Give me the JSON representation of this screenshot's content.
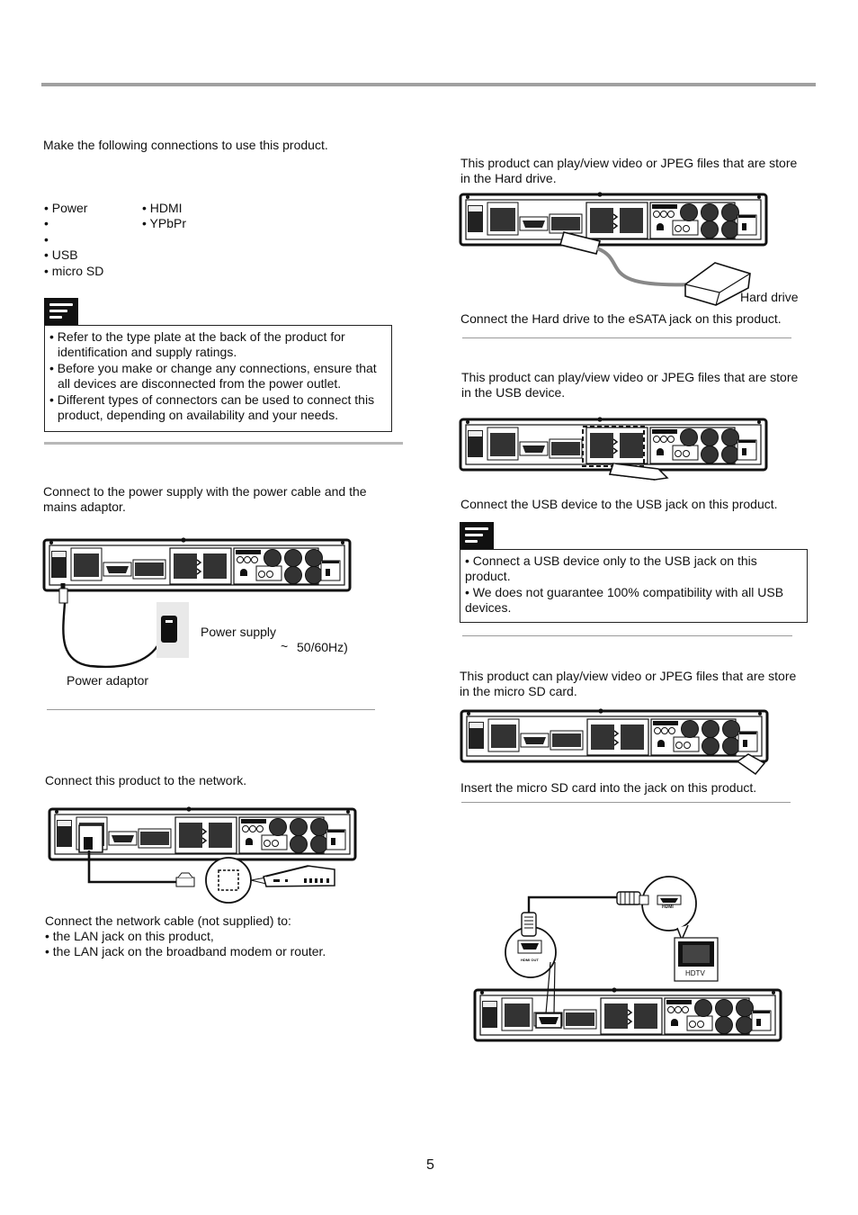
{
  "intro": "Make the following connections to use this product.",
  "connections": {
    "col1": [
      "• Power",
      "•",
      "•",
      "• USB",
      "• micro SD"
    ],
    "col2": [
      "• HDMI",
      "• YPbPr"
    ]
  },
  "note1": [
    "• Refer to the type plate at the back of the product for identification and supply ratings.",
    "• Before you make or change any connections, ensure that all devices are disconnected from the power outlet.",
    "• Different types of connectors can be used to connect this product, depending on availability and your needs."
  ],
  "power": {
    "instruction_line1": "Connect to the power supply with the power cable and the",
    "instruction_line2": "mains adaptor.",
    "supply_label": "Power supply",
    "freq_label": "50/60Hz)",
    "tilde": "~",
    "adaptor_label": "Power adaptor"
  },
  "network": {
    "instruction": "Connect this product to the network.",
    "cable_line1": "Connect the network cable (not supplied) to:",
    "cable_line2": "• the LAN jack on this product,",
    "cable_line3": "• the LAN jack on the broadband modem or router."
  },
  "harddrive": {
    "line1": "This product can play/view video or JPEG files that are store",
    "line2": "in the Hard drive.",
    "device_label": "Hard drive",
    "connect": "Connect the Hard drive to the eSATA jack on this product."
  },
  "usb": {
    "line1": "This product can play/view video or JPEG files that are store",
    "line2": "in the USB device.",
    "connect": "Connect the USB device to the USB jack on this product."
  },
  "note2": [
    "• Connect a USB device only to the USB jack on this product.",
    "• We does not guarantee 100% compatibility with all USB devices."
  ],
  "microsd": {
    "line1": "This product can play/view video or JPEG files that are store",
    "line2": "in the micro SD card.",
    "connect": "Insert the micro SD card into the jack on this product."
  },
  "hdmi": {
    "tv_label": "HDTV",
    "port_label": "HDMI",
    "out_label": "HDMI OUT"
  },
  "page_number": "5"
}
